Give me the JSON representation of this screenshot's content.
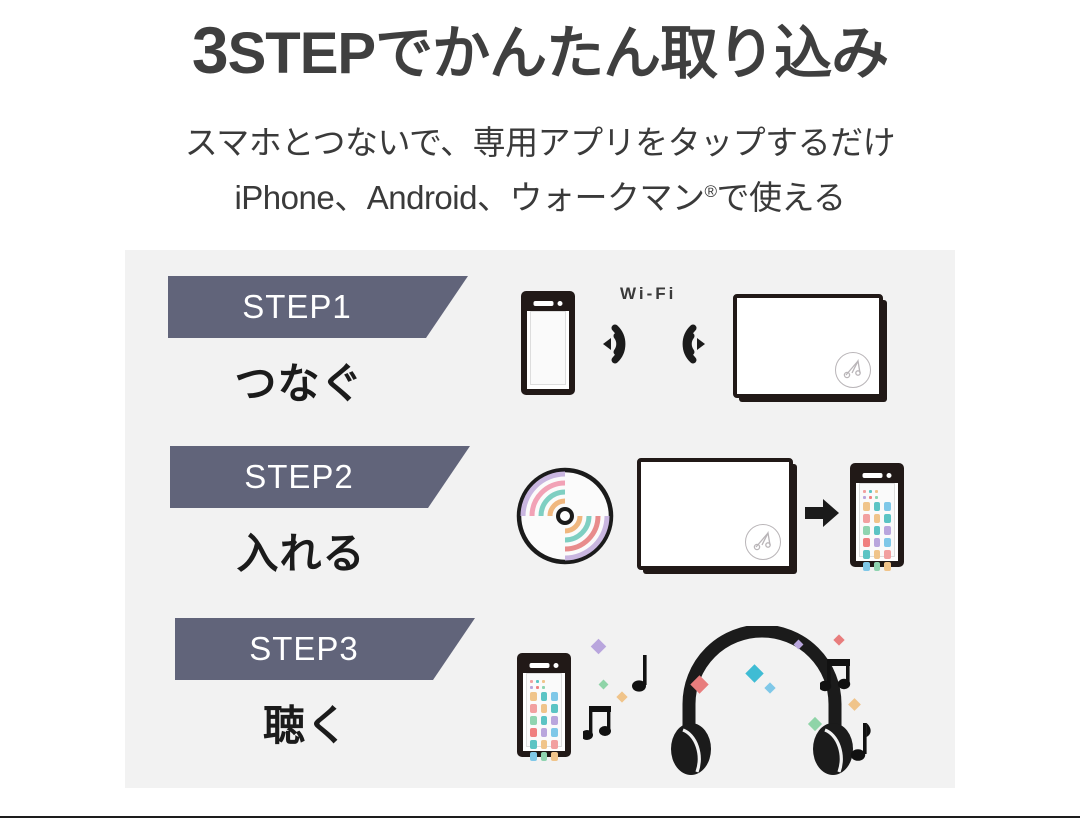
{
  "header": {
    "title_number": "3",
    "title_rest": "STEPでかんたん取り込み",
    "subtitle_line1": "スマホとつないで、専用アプリをタップするだけ",
    "subtitle_line2_pre": "iPhone、Android、ウォークマン",
    "subtitle_line2_reg": "®",
    "subtitle_line2_post": "で使える"
  },
  "panel": {
    "background_color": "#f2f2f2",
    "banner_color": "#61647a",
    "banner_text_color": "#ffffff"
  },
  "steps": [
    {
      "banner_label": "STEP1",
      "jp_label": "つなぐ",
      "illustration": "phone-wifi-drive",
      "wifi_label": "Wi-Fi"
    },
    {
      "banner_label": "STEP2",
      "jp_label": "入れる",
      "illustration": "disc-drive-arrow-phone"
    },
    {
      "banner_label": "STEP3",
      "jp_label": "聴く",
      "illustration": "phone-notes-headphones"
    }
  ],
  "icons": {
    "phone": "smartphone-icon",
    "wifi_left": "wifi-signal-left-icon",
    "wifi_right": "wifi-signal-right-icon",
    "drive": "cd-drive-icon",
    "drive_logo": "music-note-circle-logo",
    "disc": "compact-disc-icon",
    "arrow": "arrow-right-icon",
    "headphones": "headphones-icon",
    "note_single": "♩",
    "note_beamed": "♫",
    "note_eighth": "♪"
  },
  "palette": {
    "app_colors": [
      "#5bc4c4",
      "#f2a0a0",
      "#f0c48a",
      "#b9a6dd",
      "#f08080",
      "#8fd4b0",
      "#7fc8e8"
    ],
    "disc_colors": [
      "#b9a6dd",
      "#f2a0b4",
      "#7ecfc4",
      "#f0b07a",
      "#e88c8c"
    ],
    "confetti_colors": [
      "#b9a6dd",
      "#e87d7d",
      "#3fbcd4",
      "#8fd4a8",
      "#f0c48a",
      "#f2a0b4"
    ]
  }
}
